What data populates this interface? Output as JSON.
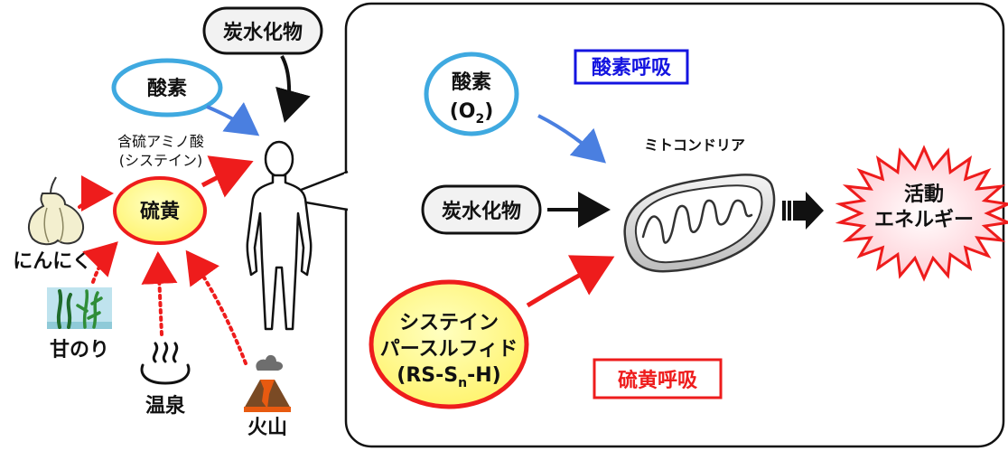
{
  "left": {
    "carbohydrate": "炭水化物",
    "oxygen": "酸素",
    "sulfur_amino_line1": "含硫アミノ酸",
    "sulfur_amino_line2": "(システイン)",
    "sulfur": "硫黄",
    "garlic": "にんにく",
    "nori": "甘のり",
    "hot_spring": "温泉",
    "volcano": "火山"
  },
  "right": {
    "oxygen_line1": "酸素",
    "oxygen_o": "(O",
    "oxygen_sub": "2",
    "oxygen_close": ")",
    "aerobic_respiration": "酸素呼吸",
    "mitochondria": "ミトコンドリア",
    "carbohydrate": "炭水化物",
    "energy_line1": "活動",
    "energy_line2": "エネルギー",
    "cysteine_line1": "システイン",
    "cysteine_line2": "パースルフィド",
    "cysteine_open": "(RS-S",
    "cysteine_sub": "n",
    "cysteine_close": "-H)",
    "sulfur_respiration": "硫黄呼吸"
  },
  "colors": {
    "oxygen_oval_stroke": "#3fa9e0",
    "carb_oval_fill": "#f2f2f2",
    "sulfur_fill": "#fff680",
    "sulfur_stroke": "#ee1c1c",
    "blue_arrow": "#4a7fe0",
    "red_arrow": "#ee1c1c",
    "aerobic_box": "#1414e0",
    "sulfur_box": "#ee1c1c",
    "burst_fill": "#ffd4da",
    "burst_stroke": "#ee1c1c"
  }
}
